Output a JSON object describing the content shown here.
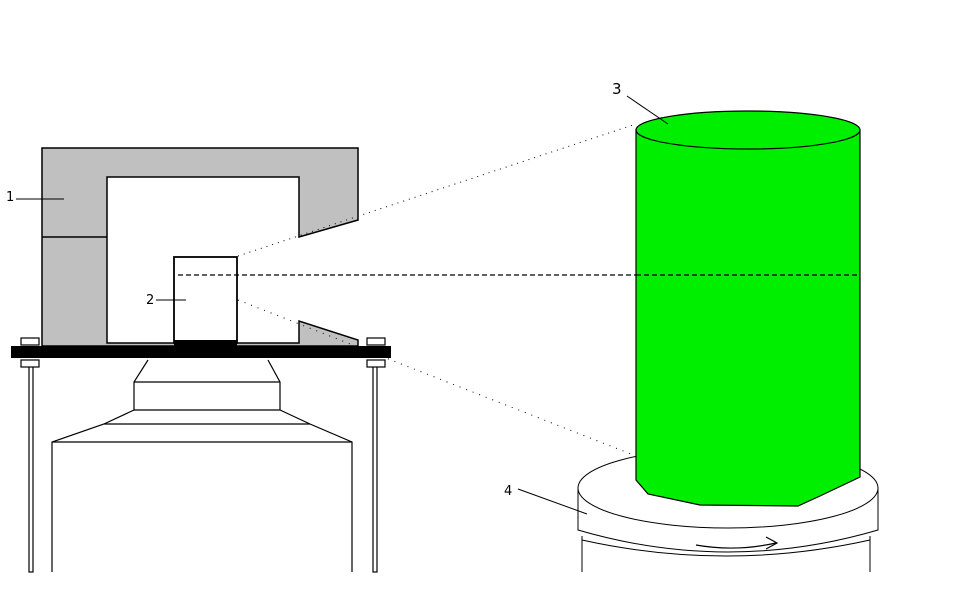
{
  "labels": {
    "shielding_housing": "1",
    "detector": "2",
    "drum": "3",
    "turntable": "4"
  },
  "colors": {
    "shield_fill": "#c0c0c0",
    "drum_fill": "#00ee00",
    "outline": "#000000",
    "background": "#ffffff"
  },
  "icons": {
    "rotation": "rotation-arrow-icon"
  }
}
